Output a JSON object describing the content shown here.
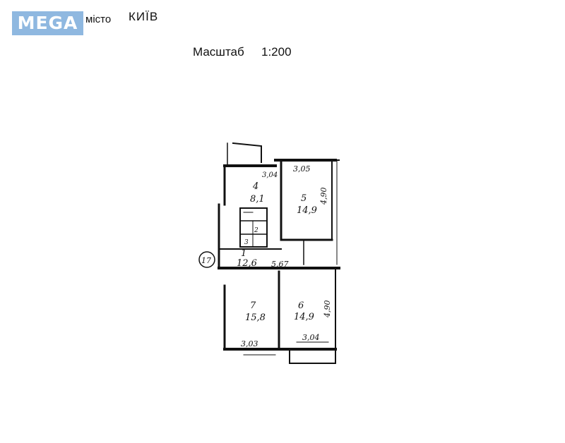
{
  "header": {
    "logo_text": "MEGA",
    "city_label": "місто",
    "city_name": "КИЇВ",
    "scale_label": "Масштаб",
    "scale_value": "1:200"
  },
  "plan": {
    "entry_mark": "17",
    "rooms": [
      {
        "num": "4",
        "area": "8,1"
      },
      {
        "num": "5",
        "area": "14,9"
      },
      {
        "num": "1",
        "area": "12,6"
      },
      {
        "num": "7",
        "area": "15,8"
      },
      {
        "num": "6",
        "area": "14,9"
      },
      {
        "num": "2",
        "area": ""
      },
      {
        "num": "3",
        "area": ""
      }
    ],
    "dimensions": [
      "3,04",
      "3,05",
      "4,90",
      "5,67",
      "4,90",
      "3,03",
      "3,04"
    ]
  },
  "colors": {
    "logo_bg": "#8fb8e0",
    "ink": "#111111"
  }
}
